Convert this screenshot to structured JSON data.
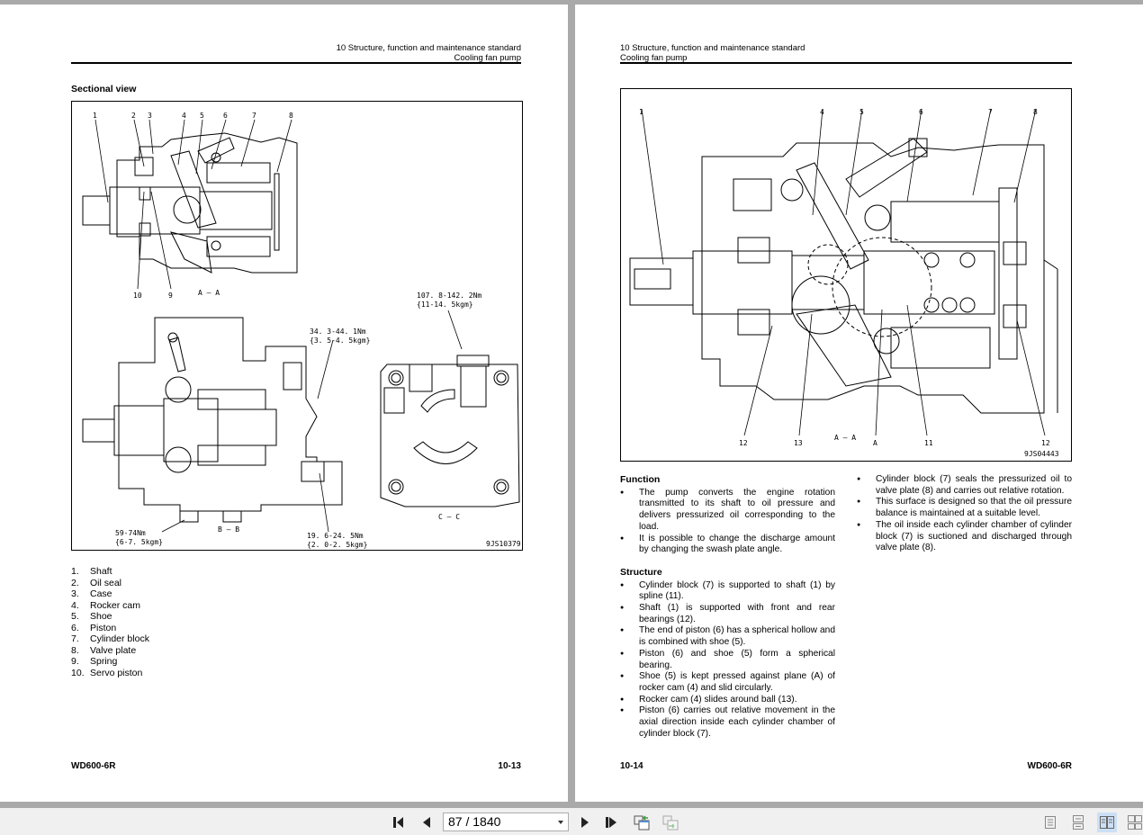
{
  "left_page": {
    "header": {
      "line1": "10 Structure, function and maintenance standard",
      "line2": "Cooling fan pump"
    },
    "section_title": "Sectional view",
    "figure": {
      "callouts_top": [
        "1",
        "2",
        "3",
        "4",
        "5",
        "6",
        "7",
        "8"
      ],
      "callouts_bottom": [
        "10",
        "9"
      ],
      "view_aa": "A – A",
      "view_bb": "B – B",
      "view_cc": "C – C",
      "torque_1_line1": "107. 8-142. 2Nm",
      "torque_1_line2": "{11-14. 5kgm}",
      "torque_2_line1": "34. 3-44. 1Nm",
      "torque_2_line2": "{3. 5-4. 5kgm}",
      "torque_3_line1": "59-74Nm",
      "torque_3_line2": "{6-7. 5kgm}",
      "torque_4_line1": "19. 6-24. 5Nm",
      "torque_4_line2": "{2. 0-2. 5kgm}",
      "figure_id": "9JS10379"
    },
    "parts": [
      {
        "num": "1.",
        "name": "Shaft"
      },
      {
        "num": "2.",
        "name": "Oil seal"
      },
      {
        "num": "3.",
        "name": "Case"
      },
      {
        "num": "4.",
        "name": "Rocker cam"
      },
      {
        "num": "5.",
        "name": "Shoe"
      },
      {
        "num": "6.",
        "name": "Piston"
      },
      {
        "num": "7.",
        "name": "Cylinder block"
      },
      {
        "num": "8.",
        "name": "Valve plate"
      },
      {
        "num": "9.",
        "name": "Spring"
      },
      {
        "num": "10.",
        "name": "Servo piston"
      }
    ],
    "footer": {
      "model": "WD600-6R",
      "page_number": "10-13"
    }
  },
  "right_page": {
    "header": {
      "line1": "10 Structure, function and maintenance standard",
      "line2": "Cooling fan pump"
    },
    "figure": {
      "callouts_top": [
        "1",
        "4",
        "5",
        "6",
        "7",
        "8"
      ],
      "callouts_bottom": [
        "12",
        "13",
        "A",
        "11",
        "12"
      ],
      "view_aa": "A – A",
      "figure_id": "9JS04443"
    },
    "function": {
      "title": "Function",
      "items": [
        "The pump converts the engine rotation transmitted to its shaft to oil pressure and delivers pressurized oil corresponding to the load.",
        "It is possible to change the discharge amount by changing the swash plate angle."
      ]
    },
    "structure": {
      "title": "Structure",
      "items": [
        "Cylinder block (7) is supported to shaft (1) by spline (11).",
        "Shaft (1) is supported with front and rear bearings (12).",
        "The end of piston (6) has a spherical hollow and is combined with shoe (5).",
        "Piston (6) and shoe (5) form a spherical bearing.",
        "Shoe (5) is kept pressed against plane (A) of rocker cam (4) and slid circularly.",
        "Rocker cam (4) slides around ball (13).",
        "Piston (6) carries out relative movement in the axial direction inside each cylinder chamber of cylinder block (7)."
      ]
    },
    "structure_cont": {
      "items": [
        "Cylinder block (7) seals the pressurized oil to valve plate (8) and carries out relative rotation.",
        "This surface is designed so that the oil pressure balance is maintained at a suitable level.",
        "The oil inside each cylinder chamber of cylinder block (7) is suctioned and discharged through valve plate (8)."
      ]
    },
    "footer": {
      "page_number": "10-14",
      "model": "WD600-6R"
    }
  },
  "toolbar": {
    "first_page_icon": "first-page-icon",
    "prev_page_icon": "prev-page-icon",
    "page_indicator": "87 / 1840",
    "next_page_icon": "next-page-icon",
    "last_page_icon": "last-page-icon",
    "back_view_icon": "previous-view-icon",
    "forward_view_icon": "next-view-icon",
    "view_modes": [
      "single-page-icon",
      "continuous-icon",
      "facing-icon",
      "continuous-facing-icon"
    ],
    "active_view_mode": "facing",
    "accent_color": "#cce0f5"
  }
}
